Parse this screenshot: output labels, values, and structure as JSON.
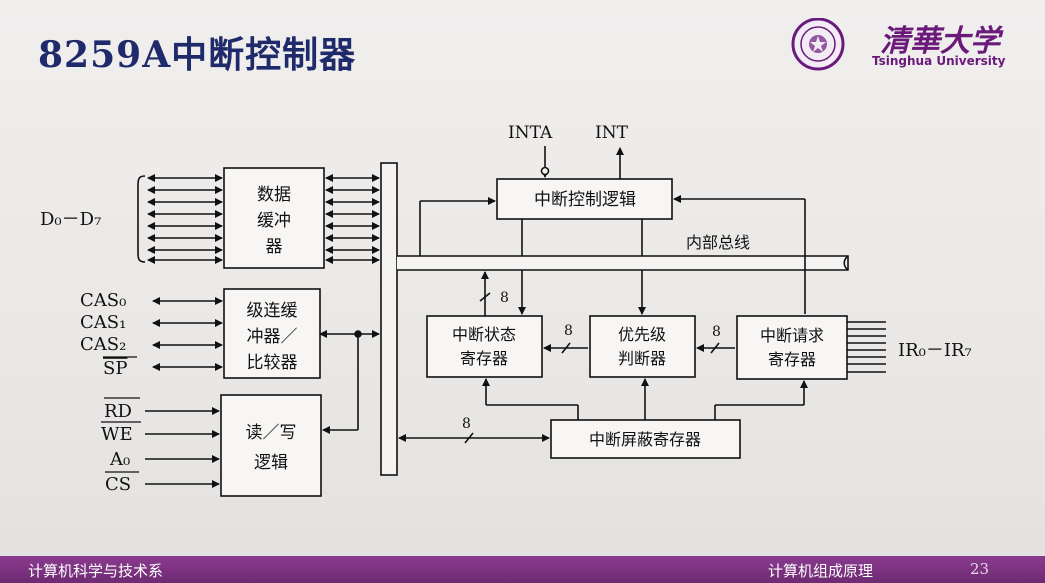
{
  "slide": {
    "title": "8259A中断控制器",
    "university_cn": "清華大学",
    "university_en": "Tsinghua University",
    "footer_dept": "计算机科学与技术系",
    "footer_course": "计算机组成原理",
    "page_number": "23"
  },
  "diagram": {
    "blocks": {
      "data_buffer": [
        "数据",
        "缓冲",
        "器"
      ],
      "cascade": [
        "级连缓",
        "冲器／",
        "比较器"
      ],
      "rw_logic": [
        "读／写",
        "逻辑"
      ],
      "int_control_logic": "中断控制逻辑",
      "in_service": [
        "中断状态",
        "寄存器"
      ],
      "priority": [
        "优先级",
        "判断器"
      ],
      "request": [
        "中断请求",
        "寄存器"
      ],
      "mask": "中断屏蔽寄存器"
    },
    "internal_bus": "内部总线",
    "pins": {
      "data": "D₀－D₇",
      "cas0": "CAS₀",
      "cas1": "CAS₁",
      "cas2": "CAS₂",
      "sp": "SP",
      "rd": "RD",
      "we": "WE",
      "a0": "A₀",
      "cs": "CS",
      "inta": "INTA",
      "int": "INT",
      "ir": "IR₀－IR₇"
    },
    "bus_widths": [
      "8",
      "8",
      "8",
      "8"
    ]
  },
  "colors": {
    "title": "#1f2a6b",
    "footer": "#7a3180",
    "brand": "#6a1a7a"
  }
}
